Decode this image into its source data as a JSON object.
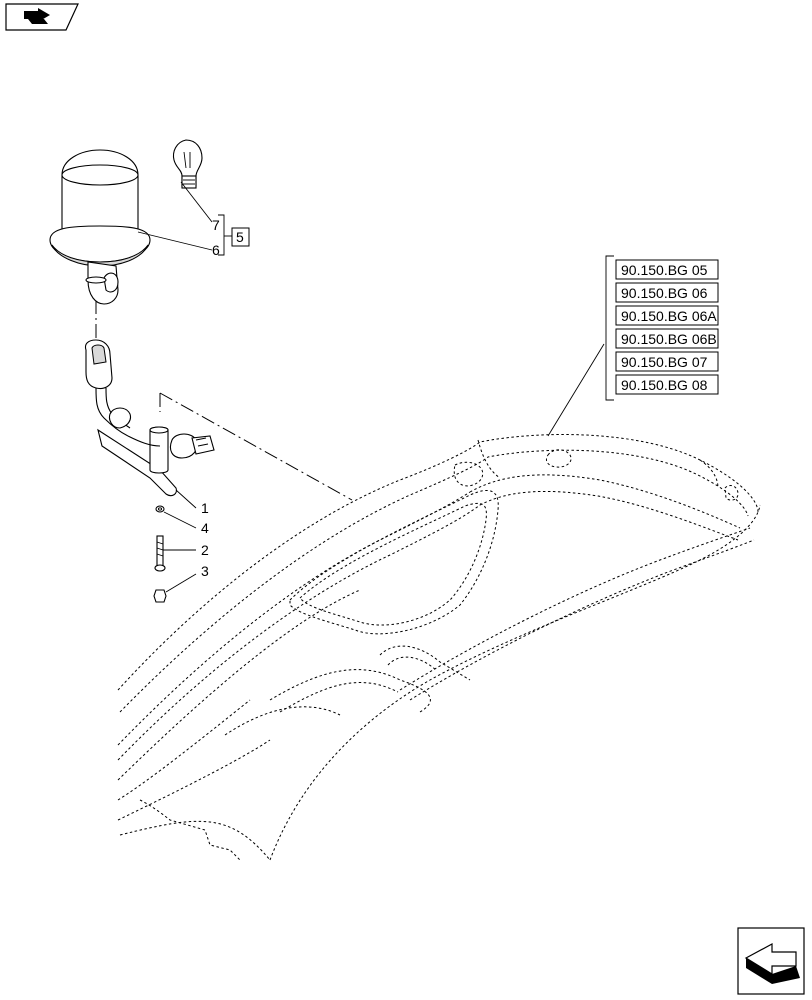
{
  "callouts": {
    "c1": "1",
    "c2": "2",
    "c3": "3",
    "c4": "4",
    "c5": "5",
    "c6": "6",
    "c7": "7"
  },
  "references": [
    "90.150.BG 05",
    "90.150.BG 06",
    "90.150.BG 06A",
    "90.150.BG 06B",
    "90.150.BG 07",
    "90.150.BG 08"
  ],
  "icons": {
    "top_left": "previous-page-arrow-icon",
    "bottom_right": "next-page-arrow-icon"
  }
}
